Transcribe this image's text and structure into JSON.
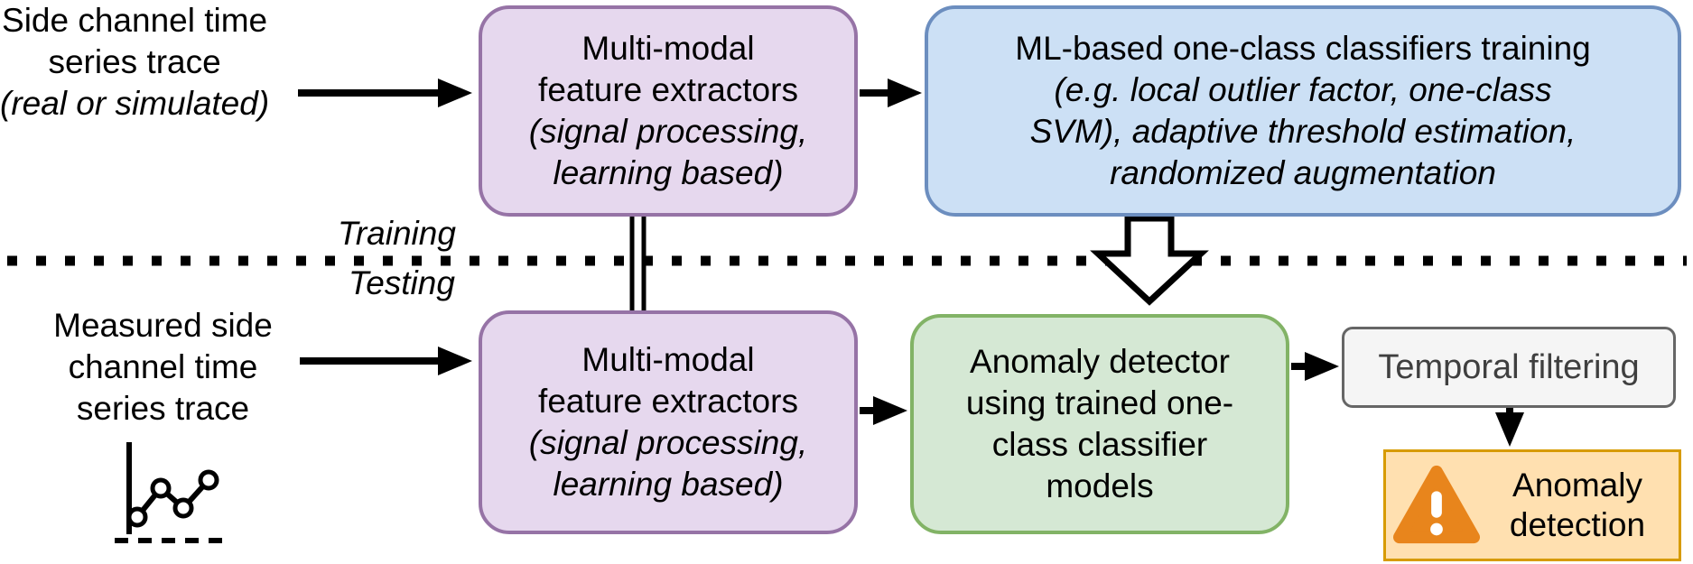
{
  "inputs": {
    "training_source": {
      "line1": "Side channel time",
      "line2": "series trace",
      "line3_italic": "(real or simulated)"
    },
    "testing_source": {
      "line1": "Measured side",
      "line2": "channel time",
      "line3": "series trace"
    }
  },
  "phase_labels": {
    "training": "Training",
    "testing": "Testing"
  },
  "boxes": {
    "feature_extractor_train": {
      "line1": "Multi-modal",
      "line2": "feature extractors",
      "line3_italic": "(signal processing,",
      "line4_italic": "learning based)"
    },
    "classifier_training": {
      "line1": "ML-based one-class classifiers training",
      "line2_italic": "(e.g. local outlier factor, one-class",
      "line3_italic": "SVM), adaptive threshold estimation,",
      "line4_italic": "randomized augmentation"
    },
    "feature_extractor_test": {
      "line1": "Multi-modal",
      "line2": "feature extractors",
      "line3_italic": "(signal processing,",
      "line4_italic": "learning based)"
    },
    "anomaly_detector": {
      "line1": "Anomaly detector",
      "line2": "using trained one-",
      "line3": "class classifier",
      "line4": "models"
    },
    "temporal_filtering": {
      "label": "Temporal filtering"
    },
    "anomaly_detection": {
      "label": "Anomaly detection"
    }
  },
  "icons": {
    "warning": "warning-triangle-icon",
    "time_series": "time-series-plot-icon"
  },
  "colors": {
    "purple_fill": "#e6d8ee",
    "purple_border": "#9673a6",
    "blue_fill": "#cce0f5",
    "blue_border": "#6c8ebf",
    "green_fill": "#d5e8d4",
    "green_border": "#82b366",
    "gray_fill": "#f5f5f5",
    "gray_border": "#666666",
    "orange_fill": "#ffe0b0",
    "orange_border": "#d79b00",
    "warning_color": "#e8851c",
    "line_color": "#000000"
  }
}
